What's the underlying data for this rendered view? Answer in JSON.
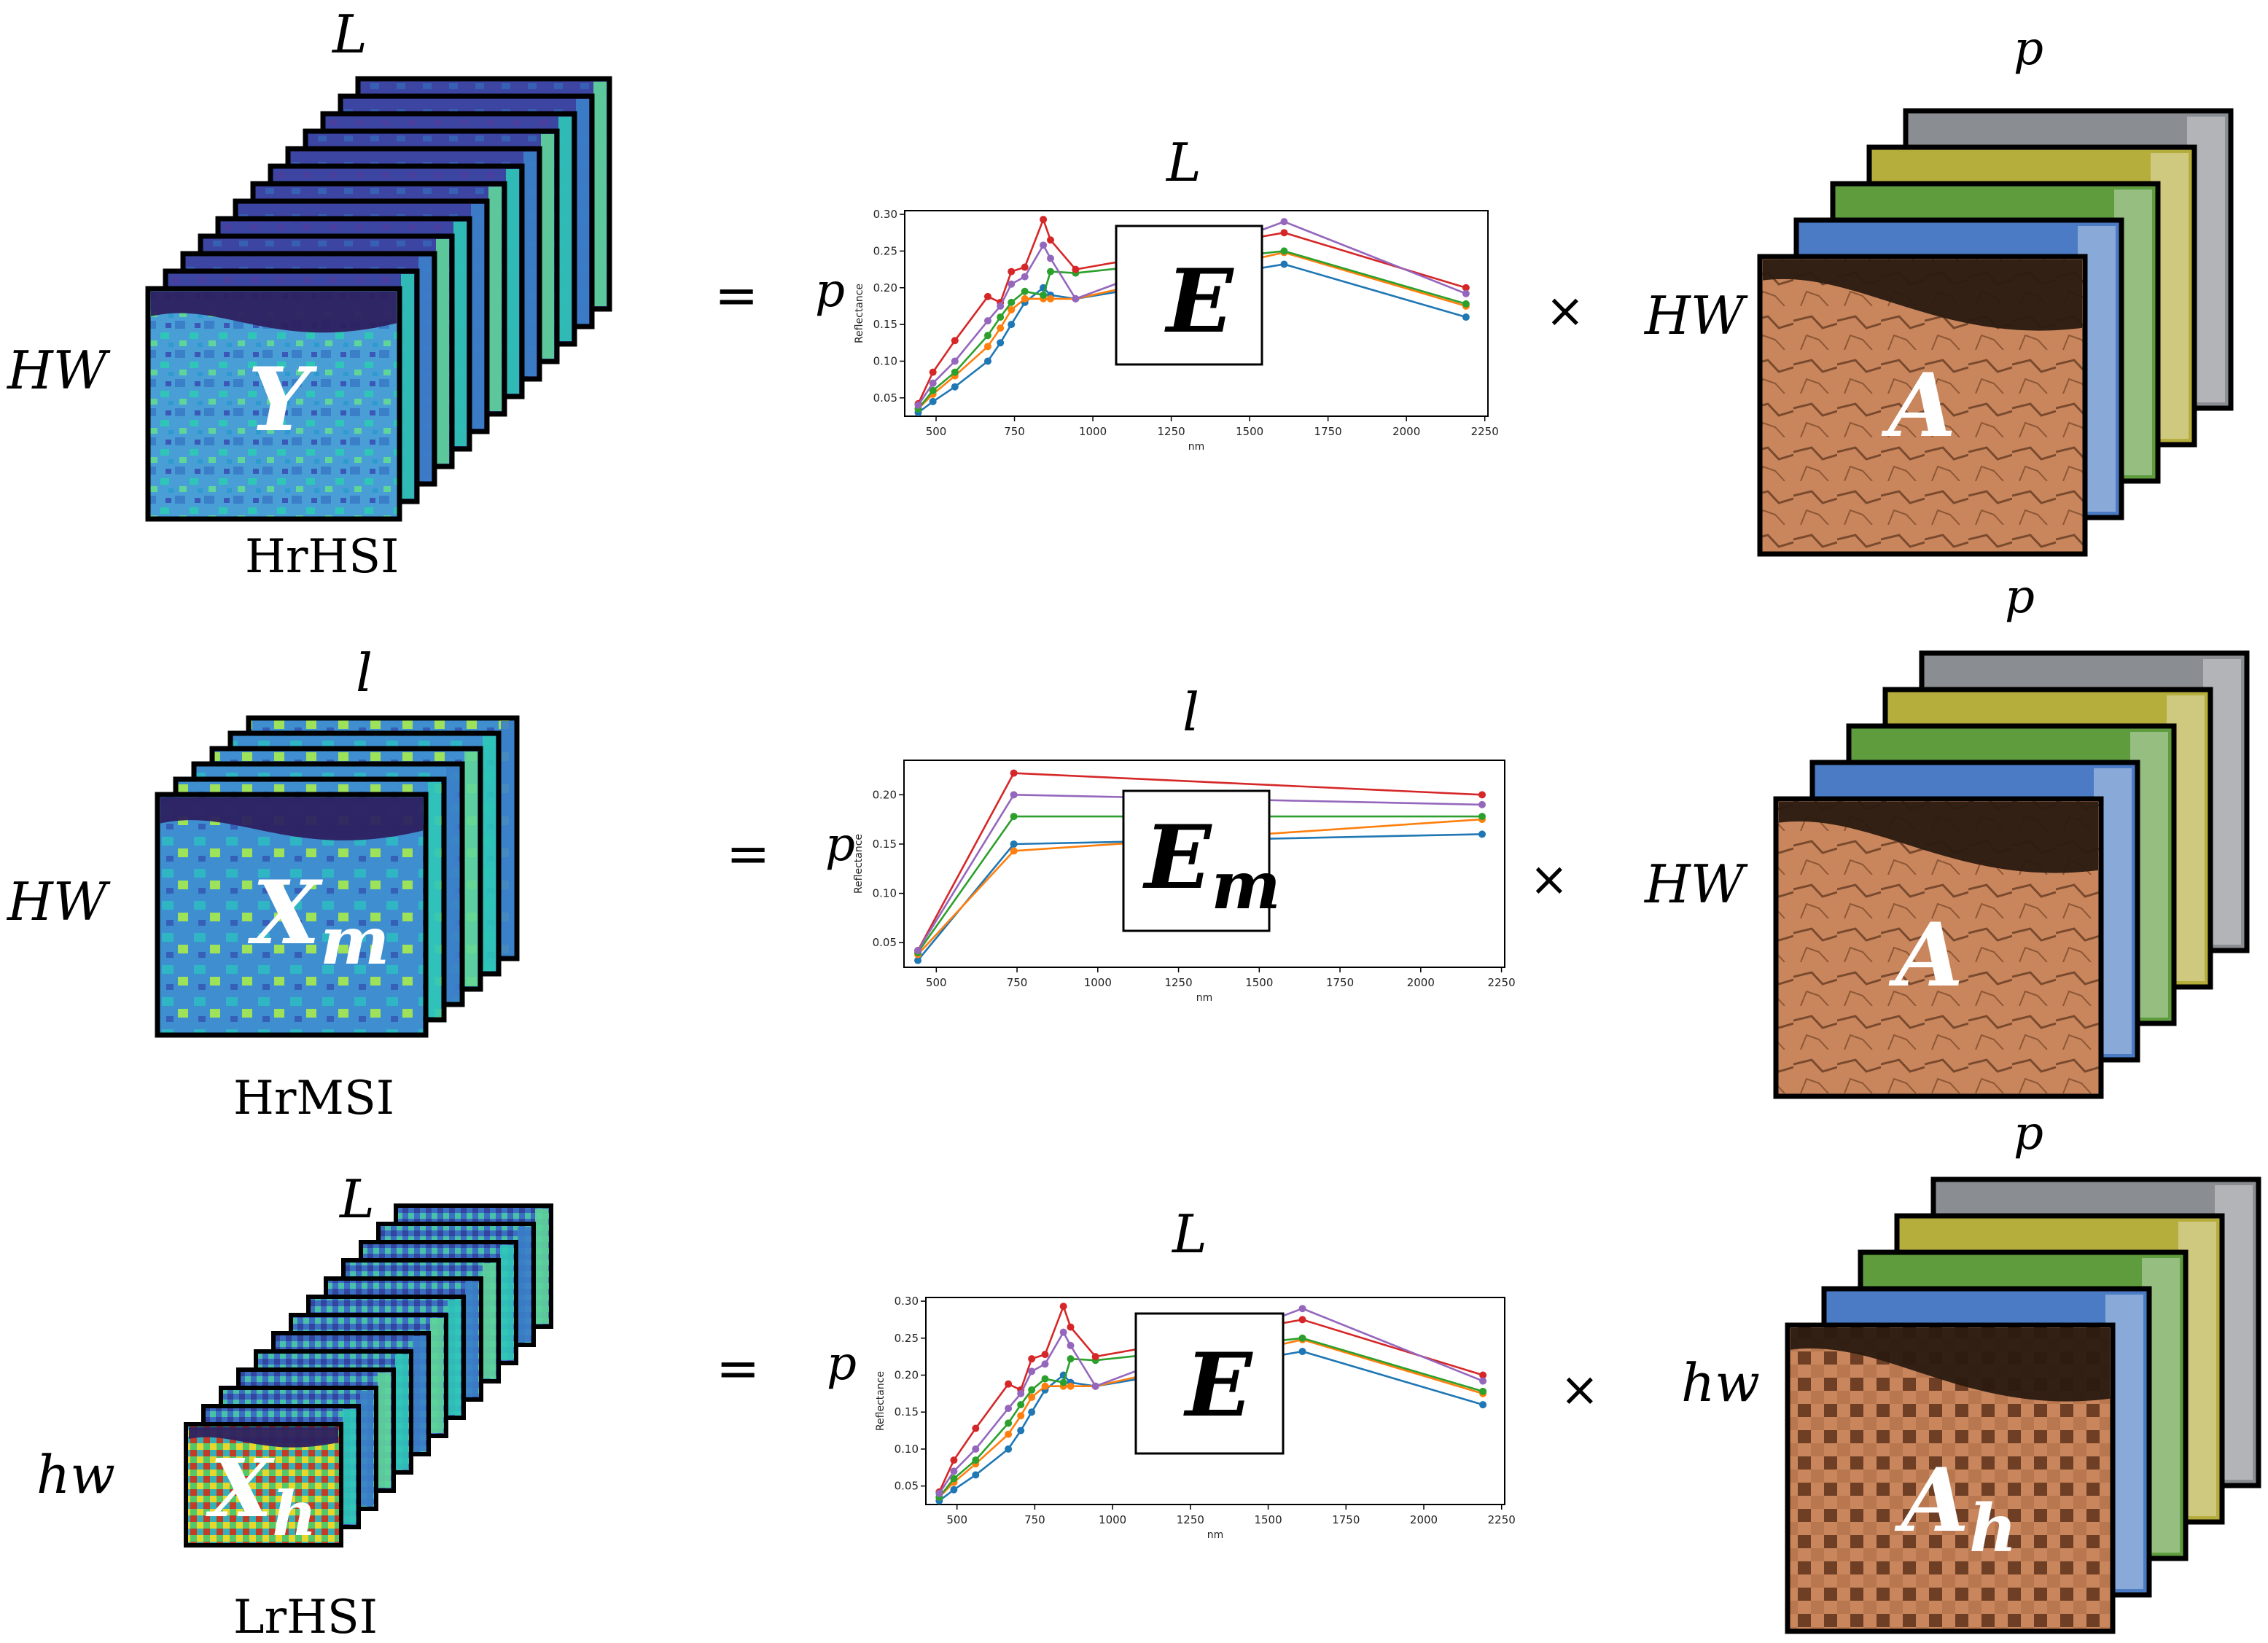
{
  "colors": {
    "hsi_front": "#4aa0d8",
    "hsi_back": "#3a3f9a",
    "dark_band": "#2d2060",
    "abundance": [
      "#c9865d",
      "#4a7bc4",
      "#5e9c3e",
      "#b5ad3c",
      "#8a8d92"
    ],
    "lines": [
      "#1f77b4",
      "#ff7f0e",
      "#2ca02c",
      "#d62728",
      "#9467bd"
    ]
  },
  "rows": [
    {
      "side": "HW",
      "stack_top": "L",
      "cube_letter": "Y",
      "cube_subscript": "",
      "caption": "HrHSI",
      "eq": "=",
      "p_left": "p",
      "chart_top": "L",
      "E_letter": "E",
      "E_subscript": "",
      "times": "×",
      "ab_side": "HW",
      "ab_top": "p",
      "ab_letter": "A",
      "ab_subscript": ""
    },
    {
      "side": "HW",
      "stack_top": "l",
      "cube_letter": "X",
      "cube_subscript": "m",
      "caption": "HrMSI",
      "eq": "=",
      "p_left": "p",
      "chart_top": "l",
      "E_letter": "E",
      "E_subscript": "m",
      "times": "×",
      "ab_side": "HW",
      "ab_top": "p",
      "ab_letter": "A",
      "ab_subscript": ""
    },
    {
      "side": "hw",
      "stack_top": "L",
      "cube_letter": "X",
      "cube_subscript": "h",
      "caption": "LrHSI",
      "eq": "=",
      "p_left": "p",
      "chart_top": "L",
      "E_letter": "E",
      "E_subscript": "",
      "times": "×",
      "ab_side": "hw",
      "ab_top": "p",
      "ab_letter": "A",
      "ab_subscript": "h"
    }
  ],
  "chart_data": [
    {
      "type": "line",
      "xlabel": "nm",
      "ylabel": "Reflectance",
      "xlim": [
        400,
        2260
      ],
      "ylim": [
        0.025,
        0.305
      ],
      "xticks": [
        500,
        750,
        1000,
        1250,
        1500,
        1750,
        2000,
        2250
      ],
      "yticks": [
        0.05,
        0.1,
        0.15,
        0.2,
        0.25,
        0.3
      ],
      "x": [
        443,
        490,
        560,
        665,
        705,
        740,
        783,
        842,
        865,
        945,
        1610,
        2190
      ],
      "series": [
        {
          "values": [
            0.03,
            0.045,
            0.065,
            0.1,
            0.125,
            0.15,
            0.18,
            0.2,
            0.19,
            0.185,
            0.232,
            0.16
          ]
        },
        {
          "values": [
            0.035,
            0.055,
            0.08,
            0.12,
            0.145,
            0.17,
            0.185,
            0.185,
            0.185,
            0.185,
            0.248,
            0.175
          ]
        },
        {
          "values": [
            0.035,
            0.06,
            0.085,
            0.135,
            0.16,
            0.18,
            0.195,
            0.19,
            0.222,
            0.22,
            0.25,
            0.178
          ]
        },
        {
          "values": [
            0.042,
            0.085,
            0.128,
            0.188,
            0.18,
            0.222,
            0.228,
            0.293,
            0.265,
            0.225,
            0.275,
            0.2
          ]
        },
        {
          "values": [
            0.04,
            0.07,
            0.1,
            0.155,
            0.175,
            0.205,
            0.215,
            0.258,
            0.24,
            0.185,
            0.29,
            0.192
          ]
        }
      ]
    },
    {
      "type": "line",
      "xlabel": "nm",
      "ylabel": "Reflectance",
      "xlim": [
        400,
        2260
      ],
      "ylim": [
        0.025,
        0.235
      ],
      "xticks": [
        500,
        750,
        1000,
        1250,
        1500,
        1750,
        2000,
        2250
      ],
      "yticks": [
        0.05,
        0.1,
        0.15,
        0.2
      ],
      "x": [
        443,
        740,
        2190
      ],
      "series": [
        {
          "values": [
            0.032,
            0.15,
            0.16
          ]
        },
        {
          "values": [
            0.038,
            0.143,
            0.175
          ]
        },
        {
          "values": [
            0.04,
            0.178,
            0.178
          ]
        },
        {
          "values": [
            0.042,
            0.222,
            0.2
          ]
        },
        {
          "values": [
            0.042,
            0.2,
            0.19
          ]
        }
      ]
    },
    {
      "type": "line",
      "xlabel": "nm",
      "ylabel": "Reflectance",
      "xlim": [
        400,
        2260
      ],
      "ylim": [
        0.025,
        0.305
      ],
      "xticks": [
        500,
        750,
        1000,
        1250,
        1500,
        1750,
        2000,
        2250
      ],
      "yticks": [
        0.05,
        0.1,
        0.15,
        0.2,
        0.25,
        0.3
      ],
      "x": [
        443,
        490,
        560,
        665,
        705,
        740,
        783,
        842,
        865,
        945,
        1610,
        2190
      ],
      "series": [
        {
          "values": [
            0.03,
            0.045,
            0.065,
            0.1,
            0.125,
            0.15,
            0.18,
            0.2,
            0.19,
            0.185,
            0.232,
            0.16
          ]
        },
        {
          "values": [
            0.035,
            0.055,
            0.08,
            0.12,
            0.145,
            0.17,
            0.185,
            0.185,
            0.185,
            0.185,
            0.248,
            0.175
          ]
        },
        {
          "values": [
            0.035,
            0.06,
            0.085,
            0.135,
            0.16,
            0.18,
            0.195,
            0.19,
            0.222,
            0.22,
            0.25,
            0.178
          ]
        },
        {
          "values": [
            0.042,
            0.085,
            0.128,
            0.188,
            0.18,
            0.222,
            0.228,
            0.293,
            0.265,
            0.225,
            0.275,
            0.2
          ]
        },
        {
          "values": [
            0.04,
            0.07,
            0.1,
            0.155,
            0.175,
            0.205,
            0.215,
            0.258,
            0.24,
            0.185,
            0.29,
            0.192
          ]
        }
      ]
    }
  ]
}
